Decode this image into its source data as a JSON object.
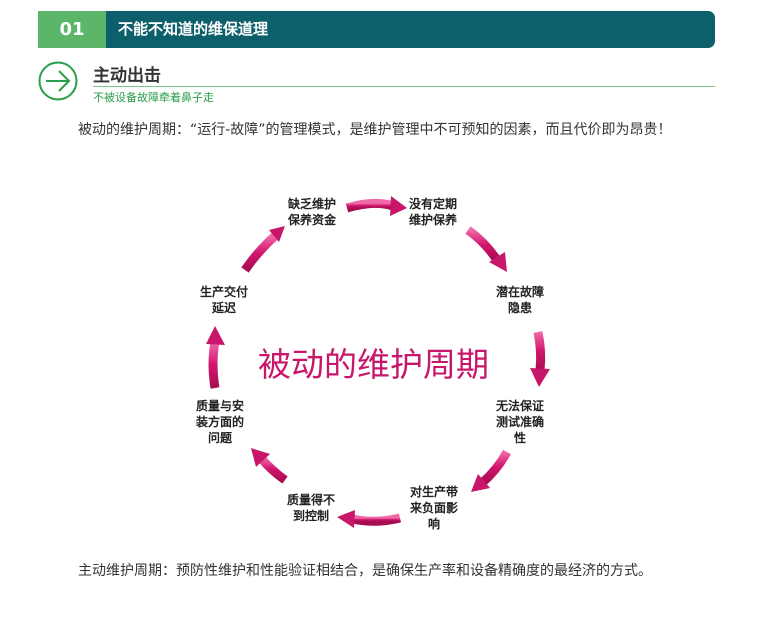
{
  "header": {
    "number": "01",
    "title": "不能不知道的维保道理"
  },
  "section": {
    "title": "主动出击",
    "subtitle": "不被设备故障牵着鼻子走"
  },
  "paragraphs": {
    "p1": "被动的维护周期：“运行-故障”的管理模式，是维护管理中不可预知的因素，而且代价即为昂贵！",
    "p2": "主动维护周期：预防性维护和性能验证相结合，是确保生产率和设备精确度的最经济的方式。"
  },
  "cycle": {
    "center": "被动的维护周期",
    "nodes": [
      "缺乏维护\n保养资金",
      "没有定期\n维护保养",
      "潜在故障\n隐患",
      "无法保证\n测试准确\n性",
      "对生产带\n来负面影\n响",
      "质量得不\n到控制",
      "质量与安\n装方面的\n问题",
      "生产交付\n延迟"
    ]
  },
  "colors": {
    "header_bg": "#0e5f6c",
    "number_bg": "#5bb66a",
    "accent": "#2a9d4a",
    "arrow": "#c8176a"
  },
  "icons": {
    "section": "arrow-circle-icon"
  }
}
